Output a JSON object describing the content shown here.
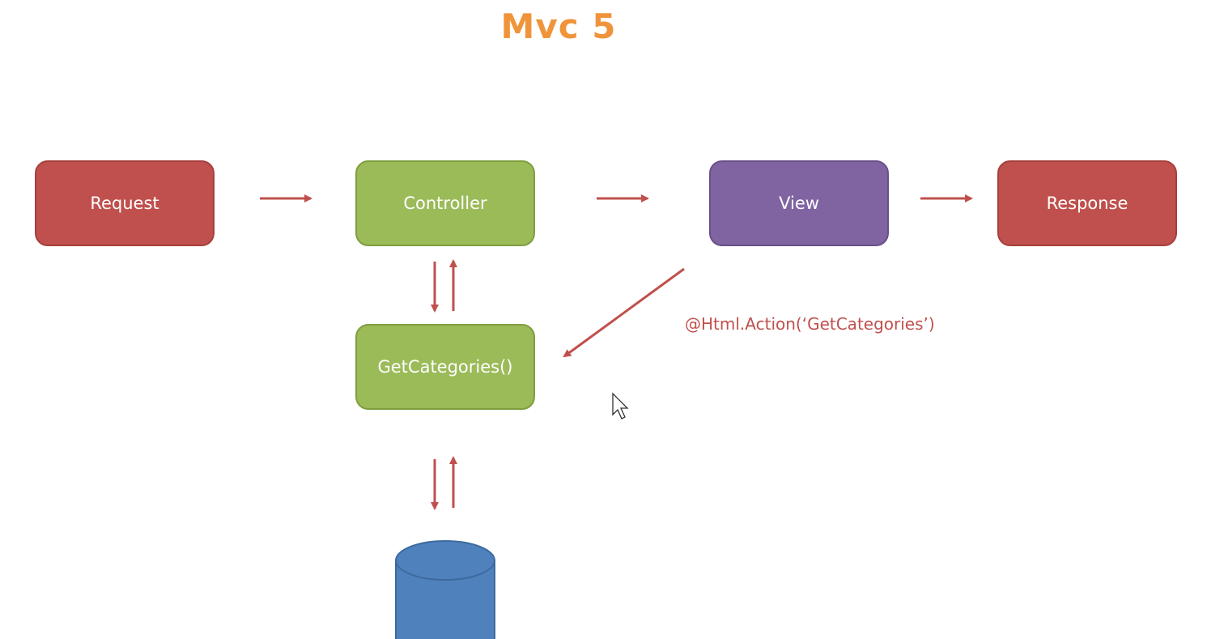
{
  "title": "Mvc 5",
  "nodes": {
    "request": "Request",
    "controller": "Controller",
    "view": "View",
    "response": "Response",
    "getcategories": "GetCategories()"
  },
  "annotation": "@Html.Action(‘GetCategories’)",
  "colors": {
    "title": "#f0943b",
    "red": "#c0504d",
    "green": "#9bbb59",
    "purple": "#8064a2",
    "database": "#4f81bd",
    "arrow": "#c0504d"
  },
  "icons": [
    "database-icon",
    "mouse-cursor-icon"
  ]
}
